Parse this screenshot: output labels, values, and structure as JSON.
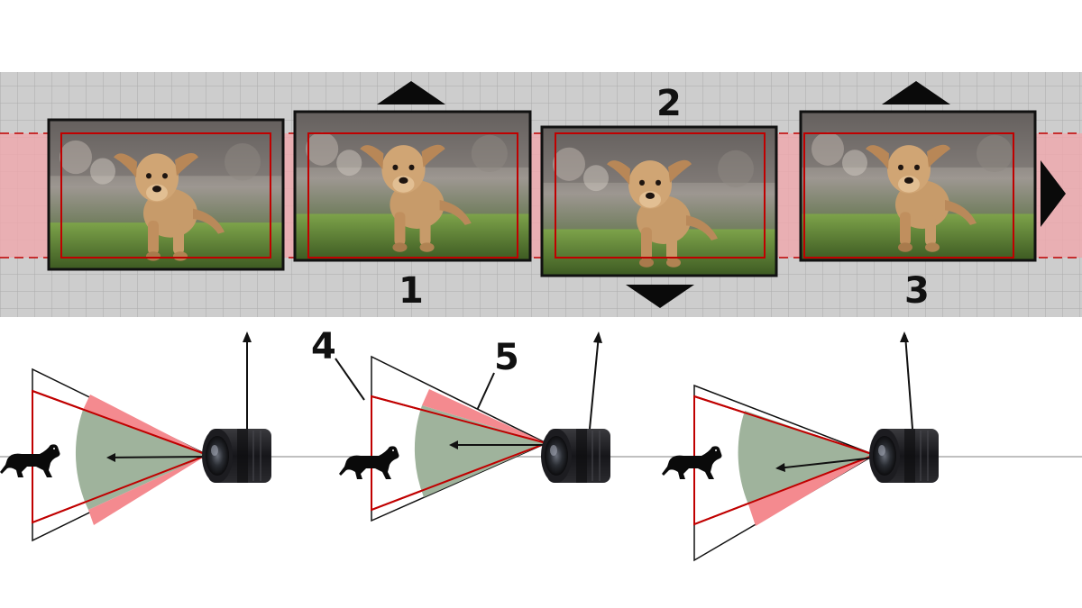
{
  "labels": {
    "one": "1",
    "two": "2",
    "three": "3",
    "four": "4",
    "five": "5"
  },
  "icons": {
    "frame_subject": "puppy-photo",
    "camera": "camera-lens-icon",
    "subject": "dog-silhouette-icon",
    "shift": "triangle-arrow-icon"
  },
  "colors": {
    "crop_band": "#f0a8ac",
    "crop_line": "#c00000",
    "sensor_wedge": "#f48a8f",
    "field_sector": "#9fb39c",
    "frame_border": "#111111",
    "strip_background": "#c8c8c8"
  }
}
